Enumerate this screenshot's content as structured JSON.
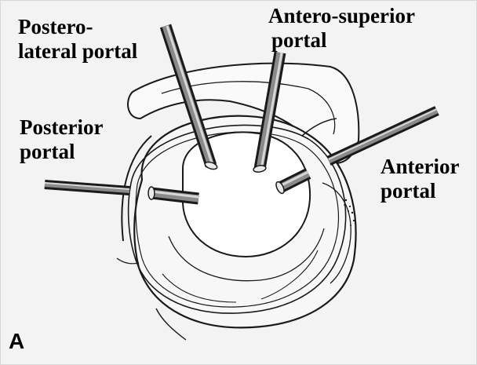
{
  "figure": {
    "panel_letter": "A",
    "labels": {
      "postero_lateral": [
        "Postero-",
        "lateral portal"
      ],
      "antero_superior": [
        "Antero-superior",
        "portal"
      ],
      "posterior": [
        "Posterior",
        "portal"
      ],
      "anterior": [
        "Anterior",
        "portal"
      ]
    }
  },
  "colors": {
    "background": "#f3f3f3",
    "line": "#1a1a1a",
    "text": "#000000"
  }
}
